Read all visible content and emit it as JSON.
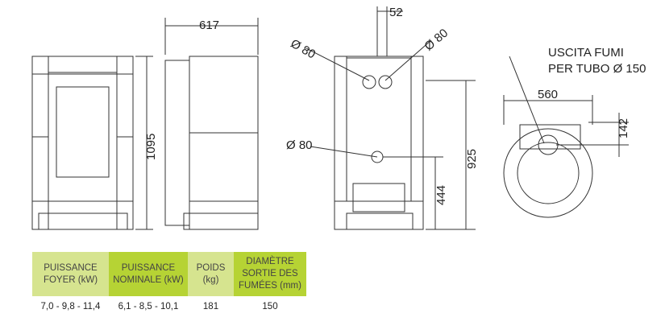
{
  "dimensions": {
    "width": "617",
    "height": "1095",
    "offset": "52",
    "diam_top_left": "Ø 80",
    "diam_top_right": "Ø 80",
    "diam_mid": "Ø 80",
    "height_total": "925",
    "height_outlet": "444",
    "depth": "560",
    "outlet_offset": "142"
  },
  "labels": {
    "flue_line1": "USCITA FUMI",
    "flue_line2": "PER TUBO Ø 150"
  },
  "table": {
    "headers": [
      {
        "l1": "PUISSANCE",
        "l2": "FOYER (kW)",
        "l3": ""
      },
      {
        "l1": "PUISSANCE",
        "l2": "NOMINALE (kW)",
        "l3": ""
      },
      {
        "l1": "POIDS",
        "l2": "(kg)",
        "l3": ""
      },
      {
        "l1": "DIAMÈTRE",
        "l2": "SORTIE DES",
        "l3": "FUMÉES (mm)"
      }
    ],
    "values": [
      "7,0 - 9,8 - 11,4",
      "6,1 - 8,5 - 10,1",
      "181",
      "150"
    ],
    "colors": [
      "#d6e48f",
      "#b6d334"
    ]
  }
}
